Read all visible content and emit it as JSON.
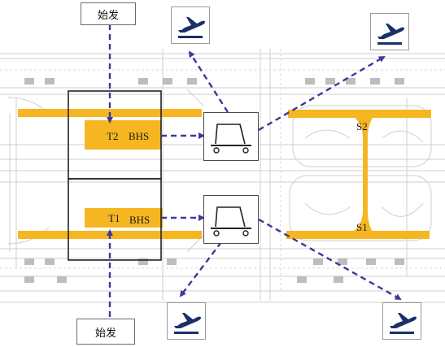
{
  "origin_labels": {
    "top": "始发",
    "bottom": "始发"
  },
  "terminals": {
    "t2": "T2",
    "t1": "T1",
    "s2": "S2",
    "s1": "S1"
  },
  "bhs": {
    "top": "BHS",
    "bottom": "BHS"
  },
  "icons": {
    "plane": "departure-plane-icon",
    "cart": "baggage-cart-icon"
  },
  "colors": {
    "terminal_fill": "#f5b622",
    "arrow": "#3a3a9a",
    "map_lines": "#c7c7c7",
    "plane_blue": "#1a2f6b"
  }
}
